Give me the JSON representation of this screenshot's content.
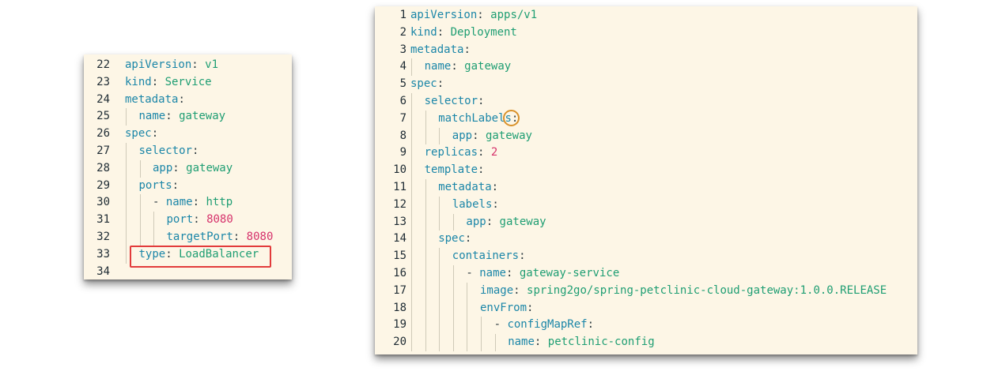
{
  "left_panel": {
    "lines": [
      {
        "n": "22",
        "indent": 0,
        "key": "apiVersion",
        "sep": ": ",
        "value": "v1",
        "vtype": "val"
      },
      {
        "n": "23",
        "indent": 0,
        "key": "kind",
        "sep": ": ",
        "value": "Service",
        "vtype": "val"
      },
      {
        "n": "24",
        "indent": 0,
        "key": "metadata",
        "sep": ":",
        "value": "",
        "vtype": "val"
      },
      {
        "n": "25",
        "indent": 1,
        "key": "name",
        "sep": ": ",
        "value": "gateway",
        "vtype": "val"
      },
      {
        "n": "26",
        "indent": 0,
        "key": "spec",
        "sep": ":",
        "value": "",
        "vtype": "val"
      },
      {
        "n": "27",
        "indent": 1,
        "key": "selector",
        "sep": ":",
        "value": "",
        "vtype": "val"
      },
      {
        "n": "28",
        "indent": 2,
        "key": "app",
        "sep": ": ",
        "value": "gateway",
        "vtype": "val"
      },
      {
        "n": "29",
        "indent": 1,
        "key": "ports",
        "sep": ":",
        "value": "",
        "vtype": "val"
      },
      {
        "n": "30",
        "indent": 2,
        "dash": "- ",
        "key": "name",
        "sep": ": ",
        "value": "http",
        "vtype": "val"
      },
      {
        "n": "31",
        "indent": 3,
        "key": "port",
        "sep": ": ",
        "value": "8080",
        "vtype": "num"
      },
      {
        "n": "32",
        "indent": 3,
        "key": "targetPort",
        "sep": ": ",
        "value": "8080",
        "vtype": "num"
      },
      {
        "n": "33",
        "indent": 1,
        "key": "type",
        "sep": ": ",
        "value": "LoadBalancer",
        "vtype": "val"
      },
      {
        "n": "34",
        "indent": 0,
        "key": "",
        "sep": "",
        "value": "",
        "vtype": "val"
      }
    ]
  },
  "right_panel": {
    "lines": [
      {
        "n": "1",
        "indent": 0,
        "key": "apiVersion",
        "sep": ": ",
        "value": "apps/v1",
        "vtype": "val"
      },
      {
        "n": "2",
        "indent": 0,
        "key": "kind",
        "sep": ": ",
        "value": "Deployment",
        "vtype": "val"
      },
      {
        "n": "3",
        "indent": 0,
        "key": "metadata",
        "sep": ":",
        "value": "",
        "vtype": "val"
      },
      {
        "n": "4",
        "indent": 1,
        "key": "name",
        "sep": ": ",
        "value": "gateway",
        "vtype": "val"
      },
      {
        "n": "5",
        "indent": 0,
        "key": "spec",
        "sep": ":",
        "value": "",
        "vtype": "val"
      },
      {
        "n": "6",
        "indent": 1,
        "key": "selector",
        "sep": ":",
        "value": "",
        "vtype": "val"
      },
      {
        "n": "7",
        "indent": 2,
        "key": "matchLabels",
        "sep": ":",
        "value": "",
        "vtype": "val"
      },
      {
        "n": "8",
        "indent": 3,
        "key": "app",
        "sep": ": ",
        "value": "gateway",
        "vtype": "val"
      },
      {
        "n": "9",
        "indent": 1,
        "key": "replicas",
        "sep": ": ",
        "value": "2",
        "vtype": "num"
      },
      {
        "n": "10",
        "indent": 1,
        "key": "template",
        "sep": ":",
        "value": "",
        "vtype": "val"
      },
      {
        "n": "11",
        "indent": 2,
        "key": "metadata",
        "sep": ":",
        "value": "",
        "vtype": "val"
      },
      {
        "n": "12",
        "indent": 3,
        "key": "labels",
        "sep": ":",
        "value": "",
        "vtype": "val"
      },
      {
        "n": "13",
        "indent": 4,
        "key": "app",
        "sep": ": ",
        "value": "gateway",
        "vtype": "val"
      },
      {
        "n": "14",
        "indent": 2,
        "key": "spec",
        "sep": ":",
        "value": "",
        "vtype": "val"
      },
      {
        "n": "15",
        "indent": 3,
        "key": "containers",
        "sep": ":",
        "value": "",
        "vtype": "val"
      },
      {
        "n": "16",
        "indent": 4,
        "dash": "- ",
        "key": "name",
        "sep": ": ",
        "value": "gateway-service",
        "vtype": "val"
      },
      {
        "n": "17",
        "indent": 5,
        "key": "image",
        "sep": ": ",
        "value": "spring2go/spring-petclinic-cloud-gateway:1.0.0.RELEASE",
        "vtype": "val"
      },
      {
        "n": "18",
        "indent": 5,
        "key": "envFrom",
        "sep": ":",
        "value": "",
        "vtype": "val"
      },
      {
        "n": "19",
        "indent": 6,
        "dash": "- ",
        "key": "configMapRef",
        "sep": ":",
        "value": "",
        "vtype": "val"
      },
      {
        "n": "20",
        "indent": 7,
        "key": "name",
        "sep": ": ",
        "value": "petclinic-config",
        "vtype": "val"
      }
    ]
  },
  "colors": {
    "panel_bg": "#fdf6e6",
    "key": "#1b86a8",
    "string_value": "#1f9e73",
    "number_value": "#d6336c",
    "highlight_border": "#e23b3b",
    "cursor_ring": "#d9922b"
  },
  "icons": [
    "mouse-pointer-icon"
  ]
}
